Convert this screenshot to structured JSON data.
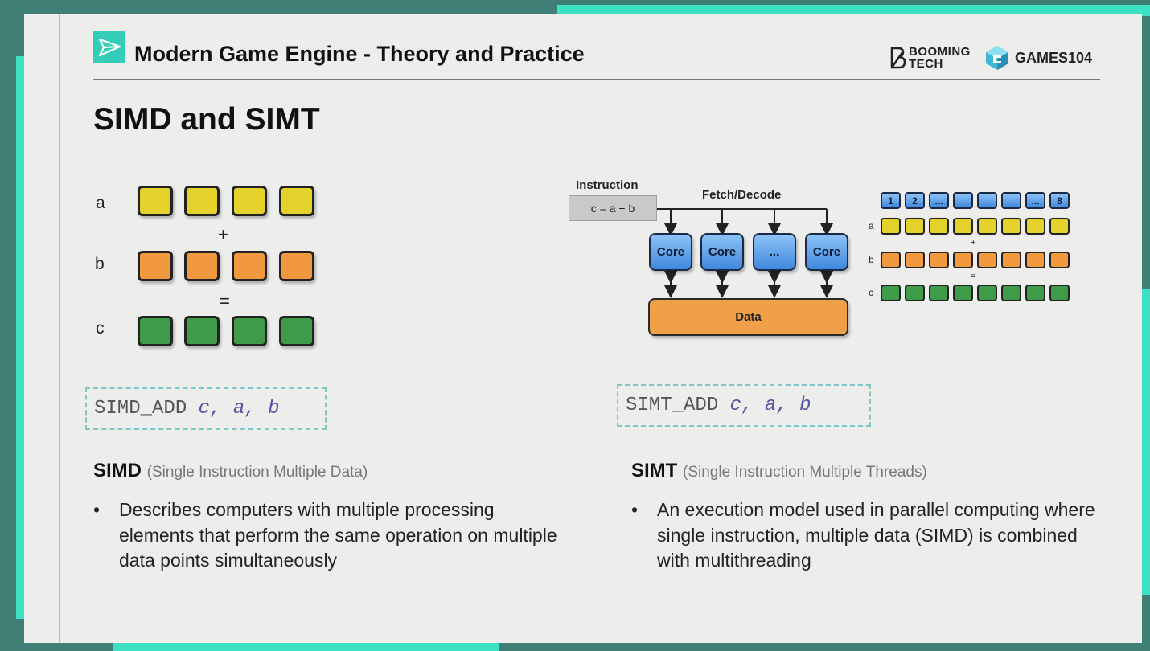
{
  "header": {
    "title": "Modern Game Engine - Theory and Practice",
    "brand_booming": "BOOMING",
    "brand_tech": "TECH",
    "brand_games": "GAMES104"
  },
  "slide": {
    "title": "SIMD and SIMT"
  },
  "simd_diagram": {
    "row_a": "a",
    "row_b": "b",
    "row_c": "c",
    "plus": "+",
    "equals": "=",
    "colors": {
      "a": "#e3d22b",
      "b": "#f2993f",
      "c": "#3f9a4a"
    }
  },
  "simd_code": {
    "op": "SIMD_ADD",
    "c": "c,",
    "a": "a,",
    "b": "b"
  },
  "simt_code": {
    "op": "SIMT_ADD",
    "c": "c,",
    "a": "a,",
    "b": "b"
  },
  "simt_diagram": {
    "instruction_label": "Instruction",
    "instruction_text": "c = a + b",
    "fetch_label": "Fetch/Decode",
    "cores": [
      "Core",
      "Core",
      "...",
      "Core"
    ],
    "data_label": "Data",
    "threads": [
      "1",
      "2",
      "...",
      "",
      "",
      "",
      "...",
      "8"
    ],
    "row_a": "a",
    "row_b": "b",
    "row_c": "c",
    "plus": "+",
    "equals": "="
  },
  "simd_section": {
    "heading": "SIMD",
    "subheading": "(Single Instruction Multiple Data)",
    "bullet": "•",
    "text": "Describes computers with multiple processing elements that perform the same operation on multiple data points simultaneously"
  },
  "simt_section": {
    "heading": "SIMT",
    "subheading": "(Single Instruction Multiple Threads)",
    "bullet": "•",
    "text": "An execution model used in parallel computing where single instruction, multiple data (SIMD) is combined with multithreading"
  }
}
